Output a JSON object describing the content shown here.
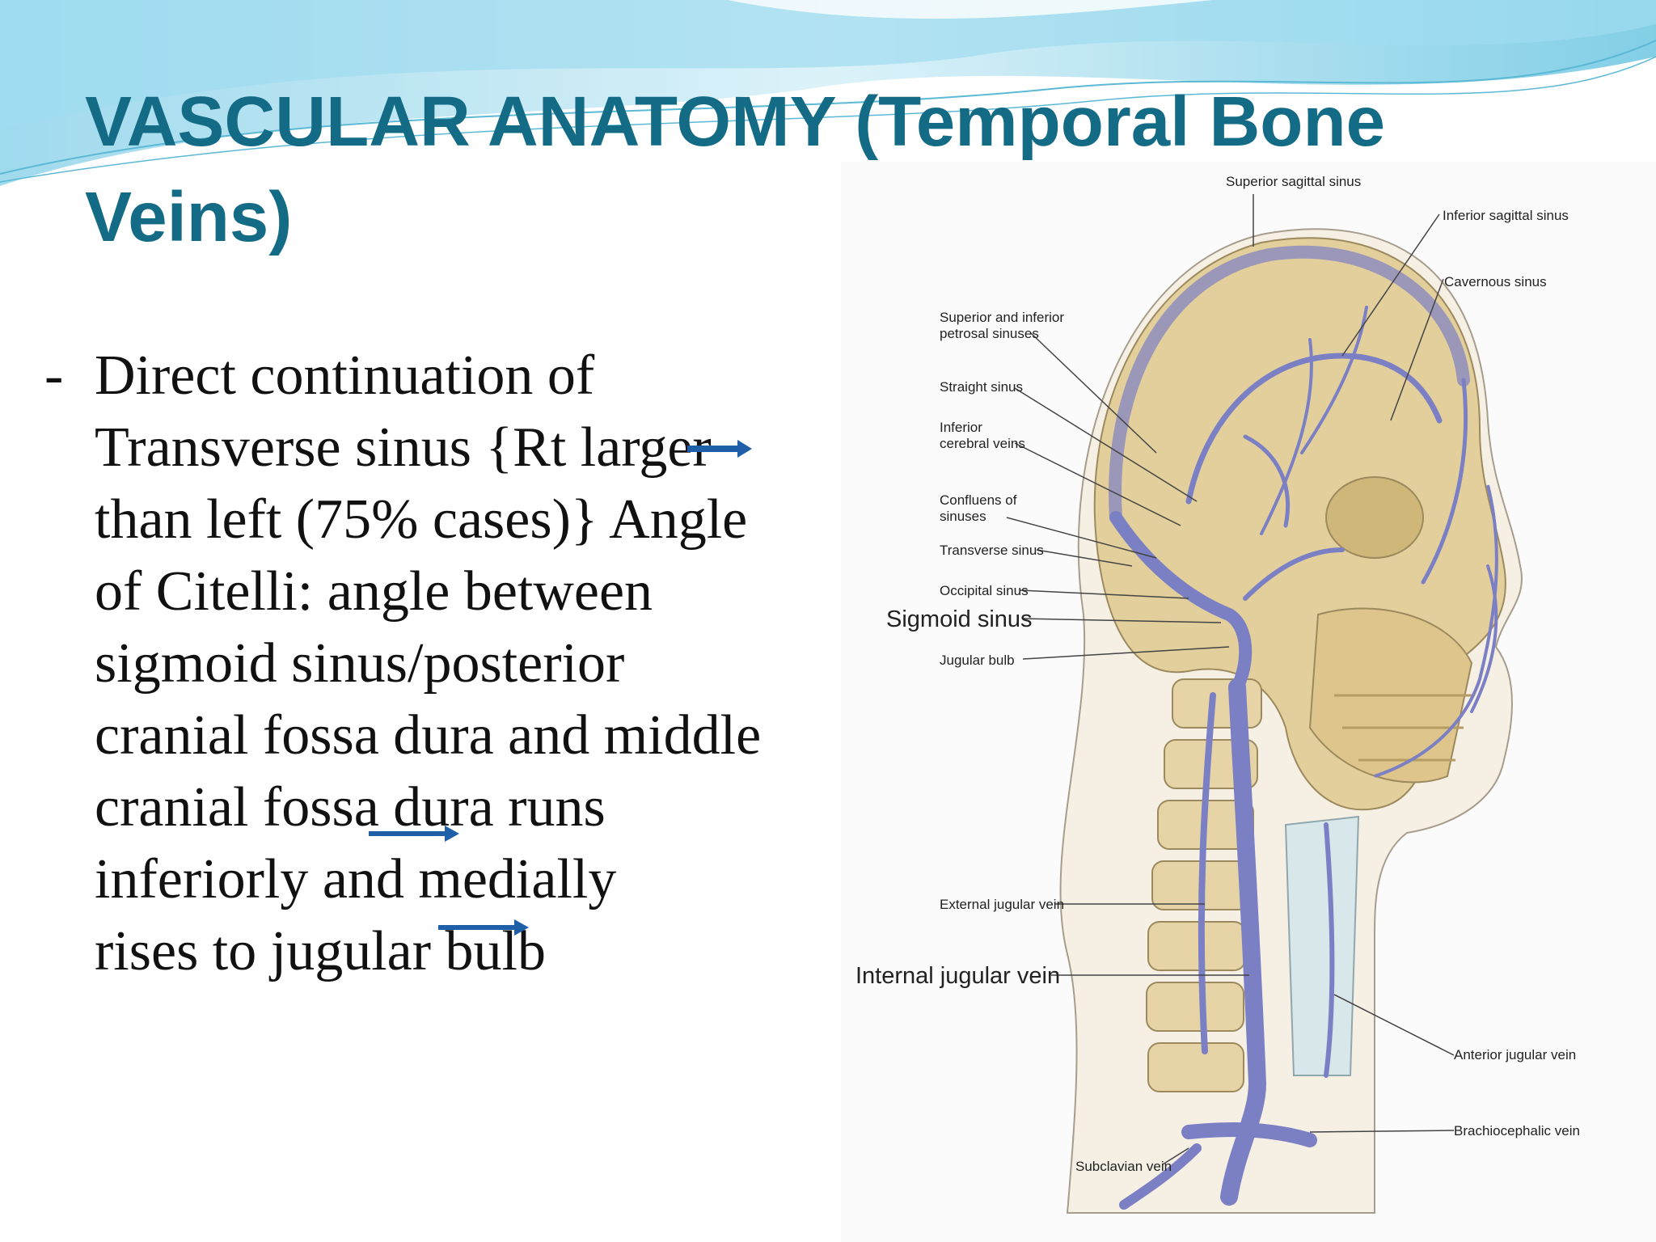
{
  "slide": {
    "title_line1": "VASCULAR ANATOMY (Temporal Bone",
    "title_line2": "Veins)",
    "bullet_marker": "-",
    "body_lines": [
      "Direct continuation of",
      "Transverse sinus {Rt larger",
      "than left (75% cases)}      Angle",
      "of Citelli: angle between",
      "sigmoid sinus/posterior",
      "cranial fossa dura and middle",
      "cranial fossa dura        runs",
      "inferiorly and medially",
      "rises to jugular bulb"
    ]
  },
  "figure_labels": {
    "superior_sagittal_sinus": "Superior sagittal sinus",
    "inferior_sagittal_sinus": "Inferior sagittal sinus",
    "cavernous_sinus": "Cavernous sinus",
    "petrosal_line1": "Superior and inferior",
    "petrosal_line2": "petrosal sinuses",
    "straight_sinus": "Straight sinus",
    "inferior_cerebral_line1": "Inferior",
    "inferior_cerebral_line2": "cerebral veins",
    "confluens_line1": "Confluens of",
    "confluens_line2": "sinuses",
    "transverse_sinus": "Transverse sinus",
    "occipital_sinus": "Occipital sinus",
    "sigmoid_sinus": "Sigmoid sinus",
    "jugular_bulb": "Jugular bulb",
    "external_jugular_vein": "External jugular vein",
    "internal_jugular_vein": "Internal jugular vein",
    "anterior_jugular_vein": "Anterior jugular vein",
    "brachiocephalic_vein": "Brachiocephalic vein",
    "subclavian_vein": "Subclavian vein"
  },
  "colors": {
    "title": "#146b86",
    "text": "#111111",
    "arrow": "#1f5fa8",
    "bone": "#e3cf9c",
    "vein": "#7b7fc4",
    "wave_light": "#bfe6f3",
    "wave_dark": "#4fb9d9"
  },
  "icons": [
    "right-arrow-icon",
    "right-arrow-icon",
    "right-arrow-icon"
  ]
}
